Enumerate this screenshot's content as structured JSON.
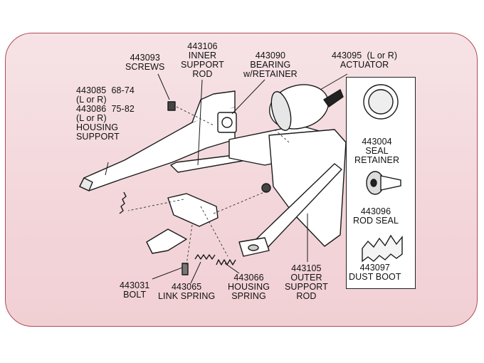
{
  "labels": {
    "screws": "443093\nSCREWS",
    "inner_rod": "443106\nINNER\nSUPPORT\nROD",
    "bearing": "443090\nBEARING\nw/RETAINER",
    "actuator": "443095  (L or R)\nACTUATOR",
    "housing_support": "443085  68-74\n(L or R)\n443086  75-82\n(L or R)\nHOUSING\nSUPPORT",
    "seal_retainer": "443004\nSEAL\nRETAINER",
    "rod_seal": "443096\nROD SEAL",
    "dust_boot": "443097\nDUST BOOT",
    "bolt": "443031\nBOLT",
    "link_spring": "443065\nLINK SPRING",
    "housing_spring": "443066\nHOUSING\nSPRING",
    "outer_rod": "443105\nOUTER\nSUPPORT\nROD"
  },
  "colors": {
    "panel_border": "#b04a55",
    "panel_fill": "#f3d6da",
    "line": "#1a1a1a",
    "part_fill": "#ffffff"
  }
}
